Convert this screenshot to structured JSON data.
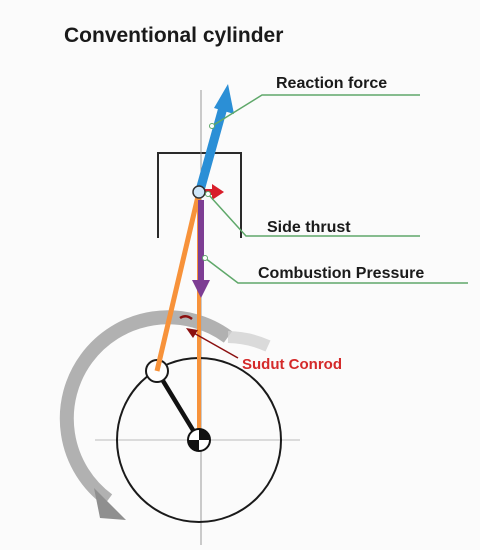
{
  "title": "Conventional cylinder",
  "labels": {
    "reaction_force": "Reaction force",
    "side_thrust": "Side thrust",
    "combustion_pressure": "Combustion Pressure",
    "sudut_conrod": "Sudut Conrod"
  },
  "colors": {
    "conrod": "#f7923a",
    "reaction_force_arrow": "#2b8fd6",
    "side_thrust_arrow": "#d81e2a",
    "combustion_arrow": "#7d3d93",
    "angle_annotation": "#8b1010",
    "annotation_text": "#d42a2a",
    "leader_line": "#5fa86a",
    "rotation_arrow": "#9a9a9a"
  },
  "icons": {
    "crank_center": "quartered-circle-icon",
    "rotation": "curved-arrow-icon"
  }
}
